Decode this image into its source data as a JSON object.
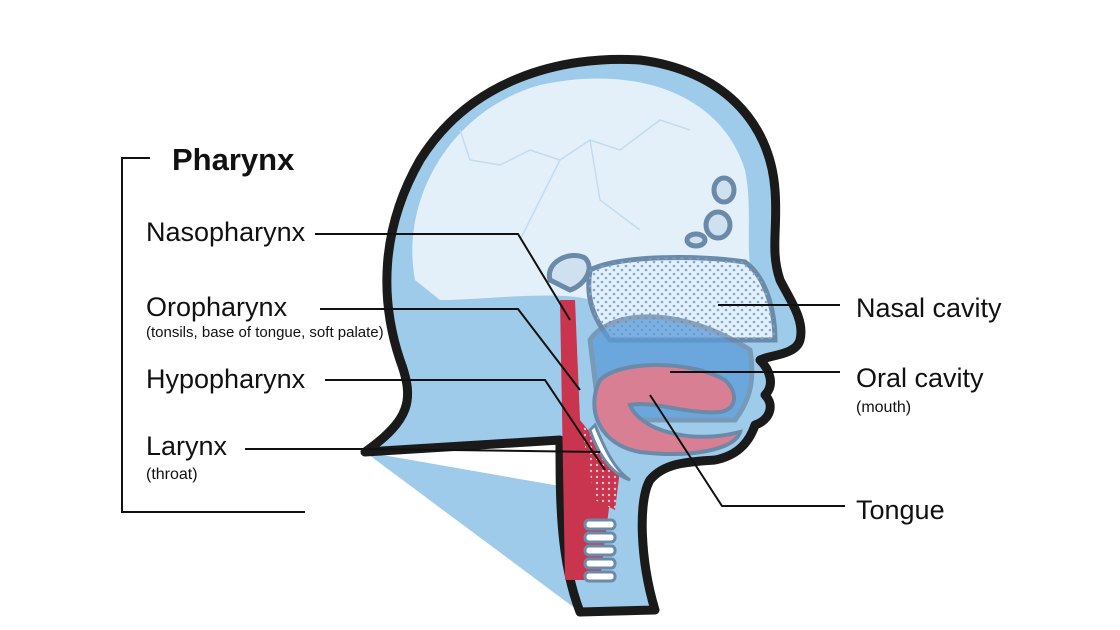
{
  "title": "Pharynx",
  "labels": {
    "nasopharynx": "Nasopharynx",
    "oropharynx": "Oropharynx",
    "oropharynx_note": "(tonsils, base of tongue, soft palate)",
    "hypopharynx": "Hypopharynx",
    "larynx": "Larynx",
    "larynx_note": "(throat)",
    "nasal_cavity": "Nasal cavity",
    "oral_cavity": "Oral cavity",
    "oral_cavity_note": "(mouth)",
    "tongue": "Tongue"
  },
  "colors": {
    "outline": "#1a1a1a",
    "skin": "#9ecbea",
    "skull": "#e4f0f9",
    "pharynx": "#c9344f",
    "tongue": "#d97f93",
    "cavity": "#5b9bd8"
  }
}
